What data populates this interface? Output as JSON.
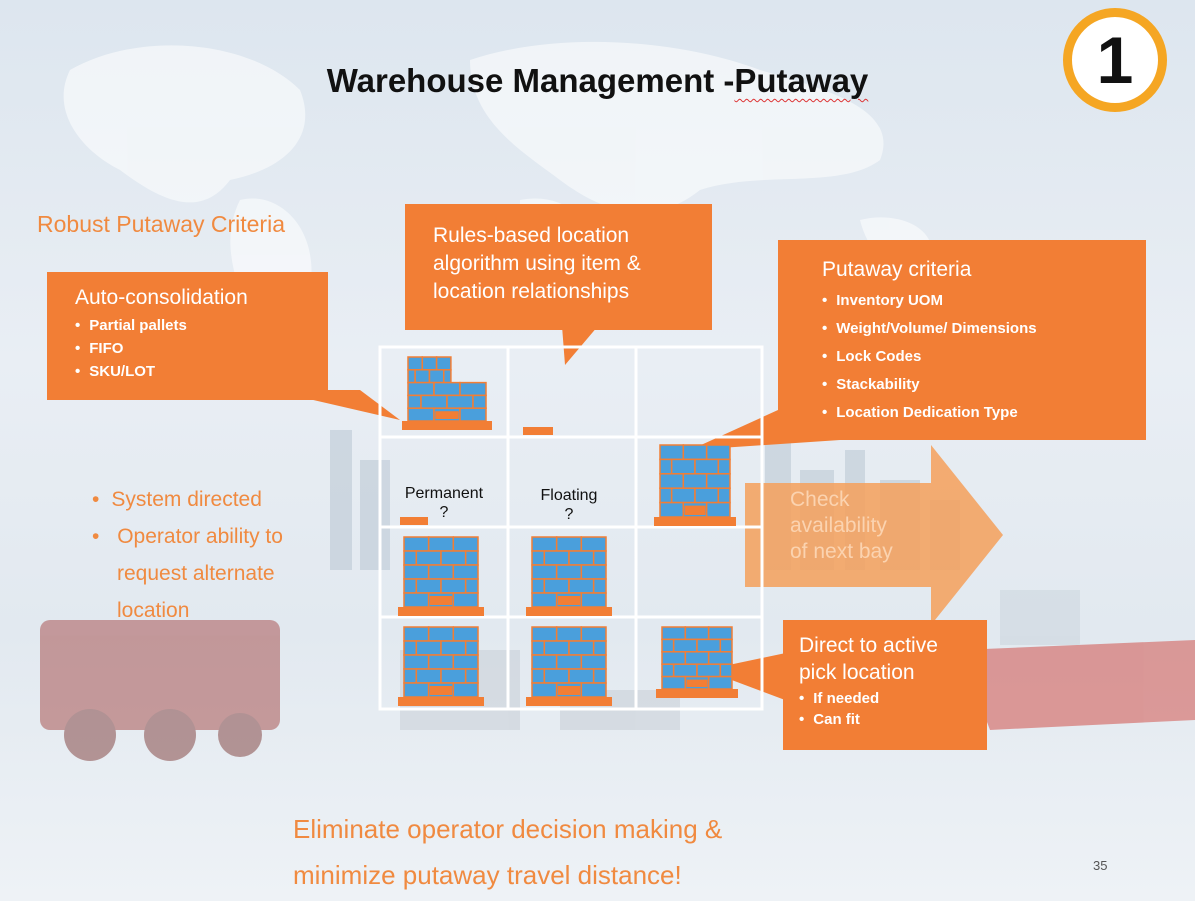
{
  "title_prefix": "Warehouse Management -",
  "title_suffix": "Putaway",
  "step_badge": "1",
  "robust_heading": "Robust Putaway Criteria",
  "auto_consolidation": {
    "heading": "Auto-consolidation",
    "items": [
      "Partial pallets",
      "FIFO",
      "SKU/LOT"
    ]
  },
  "rules_callout": {
    "line1": "Rules-based location",
    "line2": "algorithm using item &",
    "line3": "location relationships"
  },
  "putaway_criteria": {
    "heading": "Putaway criteria",
    "items": [
      "Inventory UOM",
      "Weight/Volume/ Dimensions",
      "Lock Codes",
      "Stackability",
      "Location Dedication Type"
    ]
  },
  "operator_bullets": {
    "item1": "System directed",
    "item2_line1": "Operator ability to",
    "item2_line2": "request alternate",
    "item2_line3": "location"
  },
  "grid_labels": {
    "permanent": "Permanent",
    "permanent_q": "?",
    "floating": "Floating",
    "floating_q": "?"
  },
  "arrow_text": {
    "line1": "Check",
    "line2": "availability",
    "line3": "of next bay"
  },
  "direct_pick": {
    "line1": "Direct to active",
    "line2": "pick location",
    "items": [
      "If needed",
      "Can fit"
    ]
  },
  "footer": {
    "line1": "Eliminate operator decision making &",
    "line2": "minimize putaway travel distance!"
  },
  "page_number": "35",
  "colors": {
    "accent": "#f27e35",
    "brick": "#4a9fdc",
    "badge_ring": "#f5a623"
  }
}
